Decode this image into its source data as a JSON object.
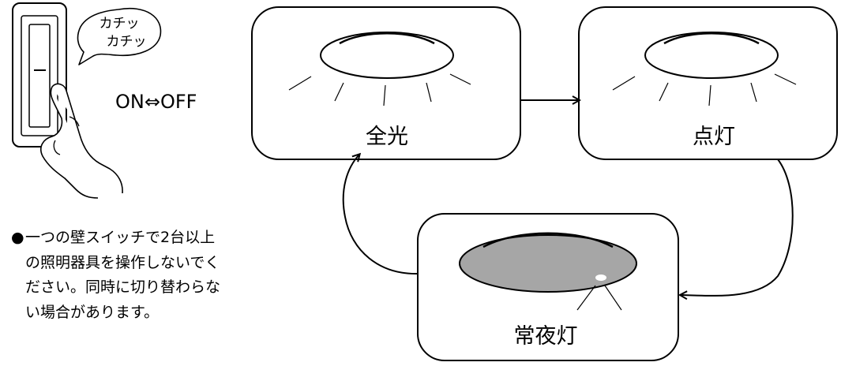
{
  "switch_panel": {
    "click_sound_line1": "カチッ",
    "click_sound_line2": "カチッ",
    "toggle_label": "ON⇔OFF"
  },
  "modes": {
    "full": "全光",
    "on": "点灯",
    "night": "常夜灯"
  },
  "note": {
    "bullet": "●",
    "lines": [
      "一つの壁スイッチで2台以上",
      "の照明器具を操作しないでく",
      "ださい。同時に切り替わらな",
      "い場合があります。"
    ]
  },
  "colors": {
    "night_shade_fill": "#a6a6a6",
    "line": "#000000"
  }
}
